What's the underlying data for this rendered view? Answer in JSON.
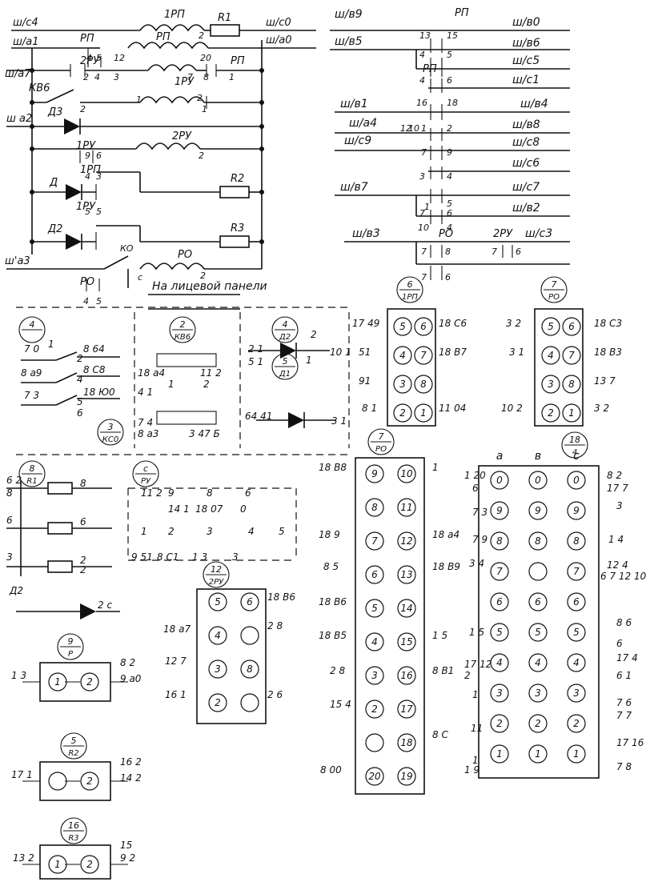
{
  "main": {
    "coils": [
      "1РП",
      "РП",
      "1РУ",
      "2РУ",
      "РО"
    ],
    "resistors": [
      "R1",
      "R2",
      "R3"
    ],
    "contacts": [
      "РП",
      "2РУ",
      "РП",
      "1РУ",
      "1РП",
      "1РУ",
      "РО"
    ],
    "diodes": [
      "Д3",
      "Д",
      "Д2"
    ],
    "left_wires": [
      "ш/с4",
      "ш/а1",
      "ш/а7",
      "КВ6",
      "ш а2",
      "ш'а3"
    ],
    "right_wires": [
      "ш/с0",
      "ш/а0"
    ],
    "nums": [
      "2",
      "4",
      "5",
      "12",
      "20",
      "2",
      "4",
      "3",
      "7",
      "8",
      "1",
      "1",
      "2",
      "1",
      "2",
      "9",
      "6",
      "2",
      "4",
      "3",
      "5",
      "5",
      "КО",
      "2",
      "4",
      "5",
      "с"
    ],
    "panel_note": "На лицевой панели"
  },
  "top_right": {
    "relays": [
      "РП",
      "РП",
      "РО",
      "2РУ"
    ],
    "left_wires": [
      "ш/в9",
      "ш/в5",
      "ш/в1",
      "ш/а4",
      "ш/с9",
      "ш/в7",
      "ш/в3"
    ],
    "right_wires": [
      "ш/в0",
      "ш/в6",
      "ш/с5",
      "ш/с1",
      "ш/в4",
      "ш/в8",
      "ш/с8",
      "ш/с6",
      "ш/с7",
      "ш/в2",
      "ш/с3"
    ],
    "nums": [
      "13",
      "15",
      "4",
      "5",
      "4",
      "6",
      "16",
      "18",
      "12",
      "10",
      "1",
      "2",
      "7",
      "9",
      "3",
      "4",
      "1",
      "5",
      "7",
      "6",
      "10",
      "4",
      "7",
      "8",
      "7",
      "6",
      "7",
      "6"
    ]
  },
  "labels": {
    "c6": "6",
    "c6s": "1РП",
    "c7": "7",
    "c7s": "РО",
    "c4": "4",
    "c2": "2",
    "c2s": "КВ6",
    "c4b": "4",
    "c4bs": "Д2",
    "c5": "5",
    "c5s": "Д1",
    "c3": "3",
    "c3s": "КС0",
    "c8": "8",
    "c8s": "R1",
    "cc": "с",
    "ccs": "РУ",
    "c7b": "7",
    "c7bs": "РО",
    "c18": "18",
    "c18s": "4",
    "c12": "12",
    "c12s": "2РУ",
    "c9": "9",
    "c9s": "Р",
    "c5b": "5",
    "c5bs": "R2",
    "c16": "16",
    "c16s": "R3",
    "cd2": "Д2"
  },
  "plug6": {
    "pins": [
      "5",
      "6",
      "4",
      "7",
      "3",
      "8",
      "2",
      "1"
    ],
    "wires": [
      "17 49",
      "51",
      "91",
      "8 1",
      "18 С6",
      "18 В7",
      "11 04"
    ]
  },
  "plug7": {
    "pins": [
      "5",
      "6",
      "4",
      "7",
      "3",
      "8",
      "2",
      "1"
    ],
    "wires": [
      "3 2",
      "3 1",
      "10 2",
      "18 С3",
      "18 В3",
      "13 7",
      "3 2"
    ]
  },
  "sw4": {
    "texts": [
      "7 0",
      "8 64",
      "8 а9",
      "8 С8",
      "7 3",
      "18 Ю0",
      "2",
      "4",
      "5",
      "6",
      "1"
    ]
  },
  "kv6": {
    "texts": [
      "18 а4",
      "11 2",
      "4 1",
      "7 4",
      "8 а3",
      "3 47 Б",
      "1",
      "2"
    ]
  },
  "diodes2": {
    "texts": [
      "2 1",
      "5 1",
      "10 1",
      "64 41",
      "3 1",
      "1",
      "2"
    ]
  },
  "relays_low": {
    "texts": [
      "6 2",
      "8",
      "6",
      "6",
      "3",
      "2",
      "2",
      "8",
      "1",
      "2",
      "3",
      "4",
      "5",
      "9",
      "8",
      "6",
      "11 2",
      "14 1",
      "18 07",
      "0",
      "9 51",
      "8 С1",
      "1 3",
      "3"
    ],
    "d2": "2 с"
  },
  "plug7b": {
    "pins": [
      "9",
      "10",
      "8",
      "11",
      "7",
      "12",
      "6",
      "13",
      "5",
      "14",
      "4",
      "15",
      "3",
      "16",
      "2",
      "17",
      "",
      "18",
      "20",
      "19"
    ],
    "wires": [
      "18 В8",
      "1",
      "18 9",
      "18 а4",
      "8 5",
      "18 В9",
      "18 В6",
      "18 В5",
      "1 5",
      "2 8",
      "8 В1",
      "15 4",
      "8 С",
      "8 00"
    ]
  },
  "plug18": {
    "cols": [
      "а",
      "в",
      "с"
    ],
    "pins": [
      "0",
      "0",
      "0",
      "9",
      "9",
      "9",
      "8",
      "8",
      "8",
      "7",
      "",
      "7",
      "6",
      "6",
      "6",
      "5",
      "5",
      "5",
      "4",
      "4",
      "4",
      "3",
      "3",
      "3",
      "2",
      "2",
      "2",
      "1",
      "1",
      "1"
    ],
    "wires": [
      "1 20",
      "6",
      "7 3",
      "7 9",
      "3 4",
      "1 5",
      "17 12",
      "2",
      "1",
      "11",
      "1",
      "1 9",
      "8 2",
      "17 7",
      "3",
      "1 4",
      "12 4",
      "6 7 12 10",
      "8 6",
      "6",
      "17 4",
      "6 1",
      "7 6",
      "7 7",
      "17 16",
      "7 8"
    ]
  },
  "plug12": {
    "pins": [
      "5",
      "6",
      "4",
      "",
      "3",
      "8",
      "2",
      ""
    ],
    "wires": [
      "18 В6",
      "18 а7",
      "2 8",
      "12 7",
      "16 1",
      "2 6"
    ]
  },
  "plug9": {
    "pins": [
      "1",
      "2"
    ],
    "wires": [
      "1 3",
      "8 2",
      "9 а0"
    ]
  },
  "plug5": {
    "pins": [
      "",
      "2"
    ],
    "wires": [
      "17 1",
      "16 2",
      "14 2"
    ]
  },
  "plug16": {
    "pins": [
      "1",
      "2"
    ],
    "wires": [
      "13 2",
      "15",
      "9 2"
    ]
  }
}
